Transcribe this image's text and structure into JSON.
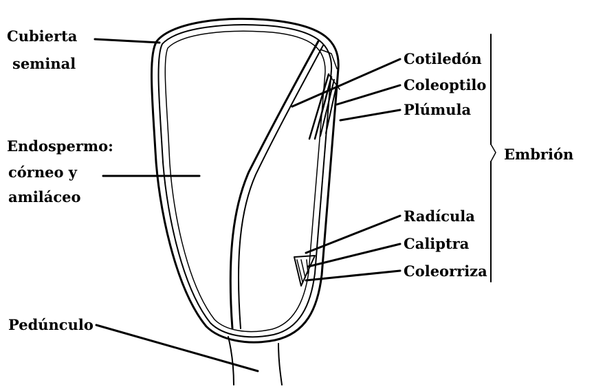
{
  "labels": {
    "cubierta_1": "Cubierta",
    "cubierta_2": "seminal",
    "endosp_1": "Endospermo:",
    "endosp_2": "córneo y",
    "endosp_3": "amiláceo",
    "pedunculo": "Pedúnculo",
    "cotiledon": "Cotiledón",
    "coleoptilo": "Coleoptilo",
    "plumula": "Plúmula",
    "embrion": "Embrión",
    "radicula": "Radícula",
    "caliptra": "Caliptra",
    "coleorriza": "Coleorriza"
  }
}
